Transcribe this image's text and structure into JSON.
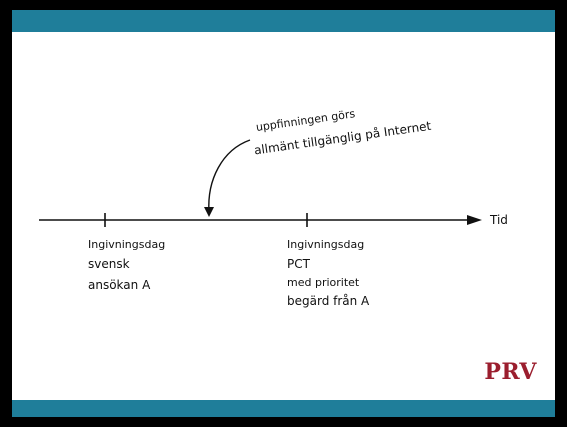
{
  "diagram": {
    "annotation_line1": "uppfinningen görs",
    "annotation_line2": "allmänt tillgänglig på Internet",
    "axis_label": "Tid",
    "left_label_line1": "Ingivningsdag",
    "left_label_line2": "svensk",
    "left_label_line3": "ansökan A",
    "right_label_line1": "Ingivningsdag",
    "right_label_line2": "PCT",
    "right_label_line3": "med prioritet",
    "right_label_line4": "begärd från A"
  },
  "logo": {
    "text": "PRV"
  },
  "colors": {
    "band": "#1f7e9a",
    "logo": "#9b1e2e",
    "frame": "#000000"
  }
}
